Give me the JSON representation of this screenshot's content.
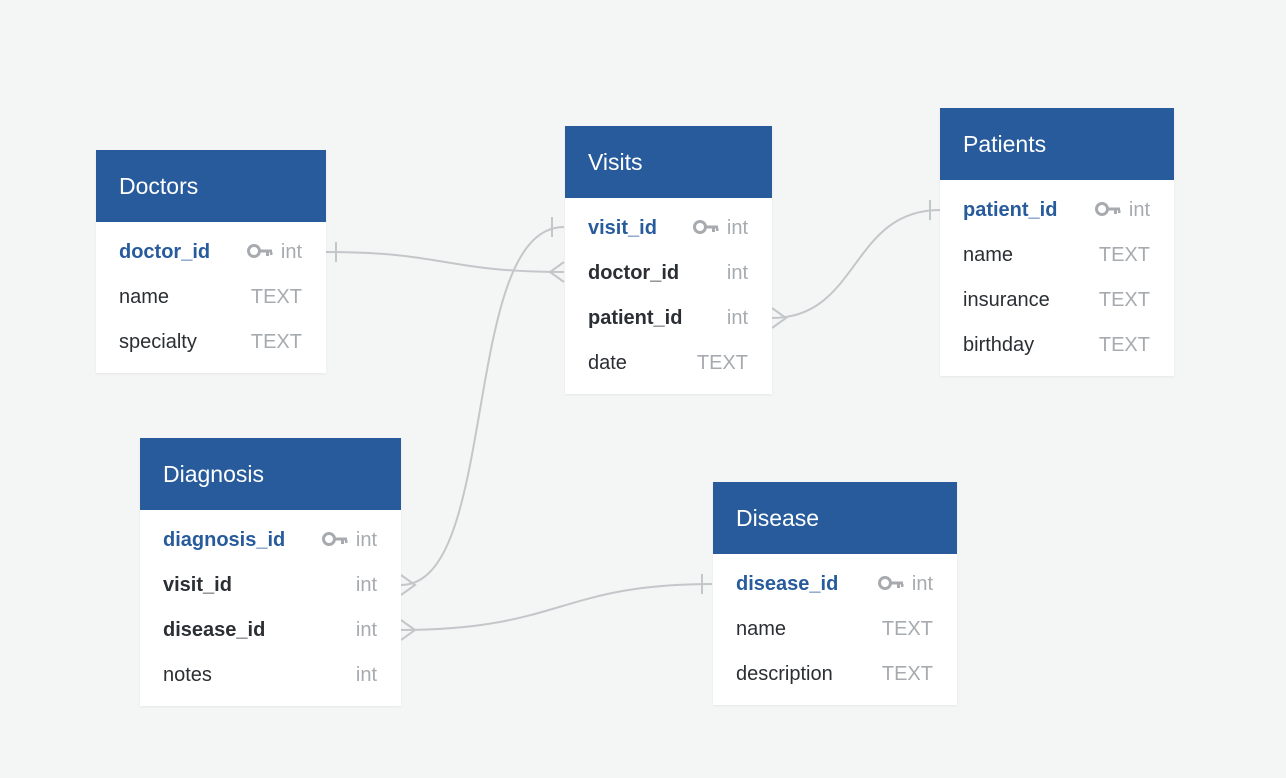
{
  "colors": {
    "background": "#f4f5f5",
    "header": "#275b9c",
    "primary_key_text": "#275b9c",
    "type_text": "#a7abaf",
    "connector": "#c4c7ca"
  },
  "tables": {
    "doctors": {
      "title": "Doctors",
      "columns": [
        {
          "name": "doctor_id",
          "type": "int",
          "role": "pk"
        },
        {
          "name": "name",
          "type": "TEXT",
          "role": "plain"
        },
        {
          "name": "specialty",
          "type": "TEXT",
          "role": "plain"
        }
      ]
    },
    "visits": {
      "title": "Visits",
      "columns": [
        {
          "name": "visit_id",
          "type": "int",
          "role": "pk"
        },
        {
          "name": "doctor_id",
          "type": "int",
          "role": "fk"
        },
        {
          "name": "patient_id",
          "type": "int",
          "role": "fk"
        },
        {
          "name": "date",
          "type": "TEXT",
          "role": "plain"
        }
      ]
    },
    "patients": {
      "title": "Patients",
      "columns": [
        {
          "name": "patient_id",
          "type": "int",
          "role": "pk"
        },
        {
          "name": "name",
          "type": "TEXT",
          "role": "plain"
        },
        {
          "name": "insurance",
          "type": "TEXT",
          "role": "plain"
        },
        {
          "name": "birthday",
          "type": "TEXT",
          "role": "plain"
        }
      ]
    },
    "diagnosis": {
      "title": "Diagnosis",
      "columns": [
        {
          "name": "diagnosis_id",
          "type": "int",
          "role": "pk"
        },
        {
          "name": "visit_id",
          "type": "int",
          "role": "fk"
        },
        {
          "name": "disease_id",
          "type": "int",
          "role": "fk"
        },
        {
          "name": "notes",
          "type": "int",
          "role": "plain"
        }
      ]
    },
    "disease": {
      "title": "Disease",
      "columns": [
        {
          "name": "disease_id",
          "type": "int",
          "role": "pk"
        },
        {
          "name": "name",
          "type": "TEXT",
          "role": "plain"
        },
        {
          "name": "description",
          "type": "TEXT",
          "role": "plain"
        }
      ]
    }
  },
  "relationships": [
    {
      "from": "doctors.doctor_id",
      "to": "visits.doctor_id",
      "cardinality": "one-to-many"
    },
    {
      "from": "patients.patient_id",
      "to": "visits.patient_id",
      "cardinality": "one-to-many"
    },
    {
      "from": "visits.visit_id",
      "to": "diagnosis.visit_id",
      "cardinality": "one-to-many"
    },
    {
      "from": "disease.disease_id",
      "to": "diagnosis.disease_id",
      "cardinality": "one-to-many"
    }
  ]
}
